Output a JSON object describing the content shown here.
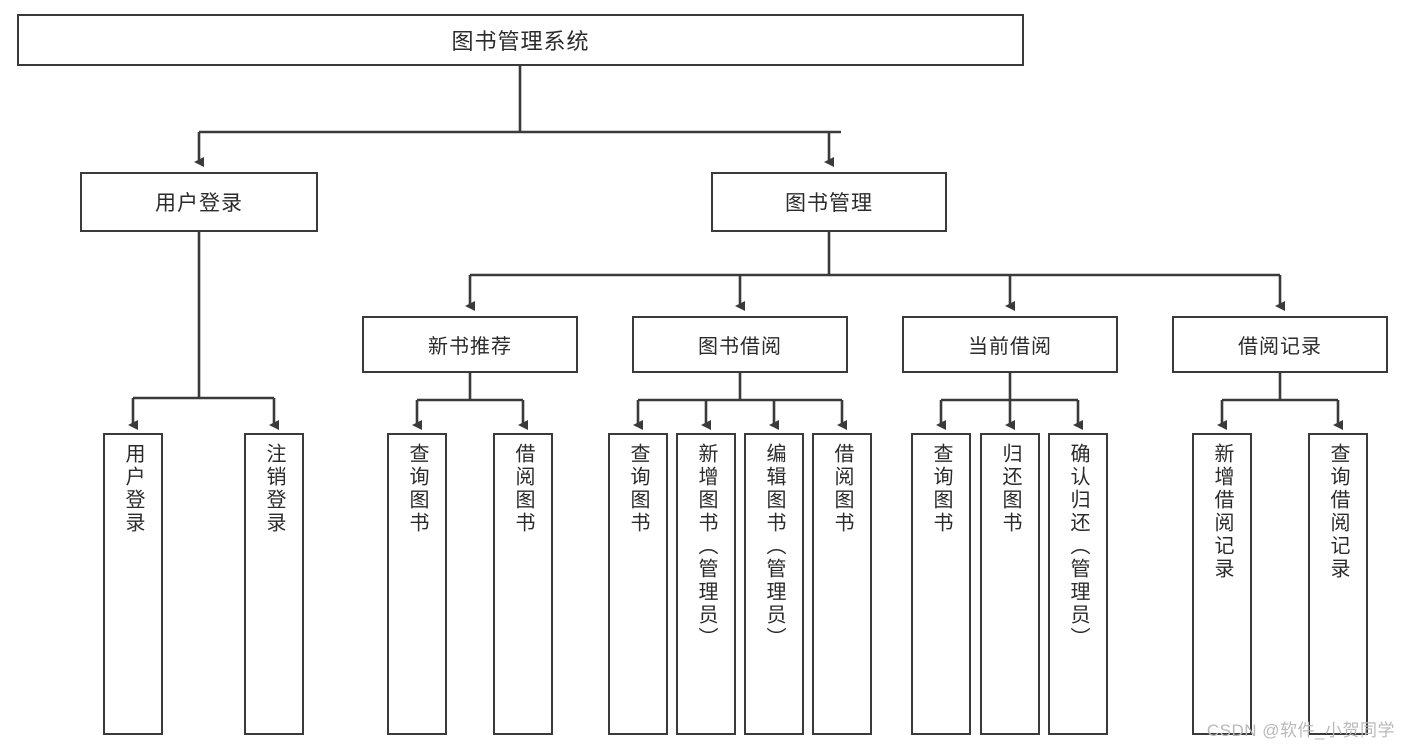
{
  "diagram": {
    "title": "图书管理系统",
    "watermark": "CSDN @软件_小贺同学",
    "stroke_color": "#3a3a3a",
    "text_color": "#2b2b2b",
    "background": "#ffffff",
    "root": {
      "label": "图书管理系统"
    },
    "level2": [
      {
        "label": "用户登录"
      },
      {
        "label": "图书管理"
      }
    ],
    "level3": [
      {
        "label": "新书推荐"
      },
      {
        "label": "图书借阅"
      },
      {
        "label": "当前借阅"
      },
      {
        "label": "借阅记录"
      }
    ],
    "leaves": {
      "user_login": [
        {
          "label": "用户登录"
        },
        {
          "label": "注销登录"
        }
      ],
      "new_book_recommend": [
        {
          "label": "查询图书"
        },
        {
          "label": "借阅图书"
        }
      ],
      "book_borrow": [
        {
          "label": "查询图书"
        },
        {
          "label": "新增图书（管理员）"
        },
        {
          "label": "编辑图书（管理员）"
        },
        {
          "label": "借阅图书"
        }
      ],
      "current_borrow": [
        {
          "label": "查询图书"
        },
        {
          "label": "归还图书"
        },
        {
          "label": "确认归还（管理员）"
        }
      ],
      "borrow_records": [
        {
          "label": "新增借阅记录"
        },
        {
          "label": "查询借阅记录"
        }
      ]
    }
  }
}
